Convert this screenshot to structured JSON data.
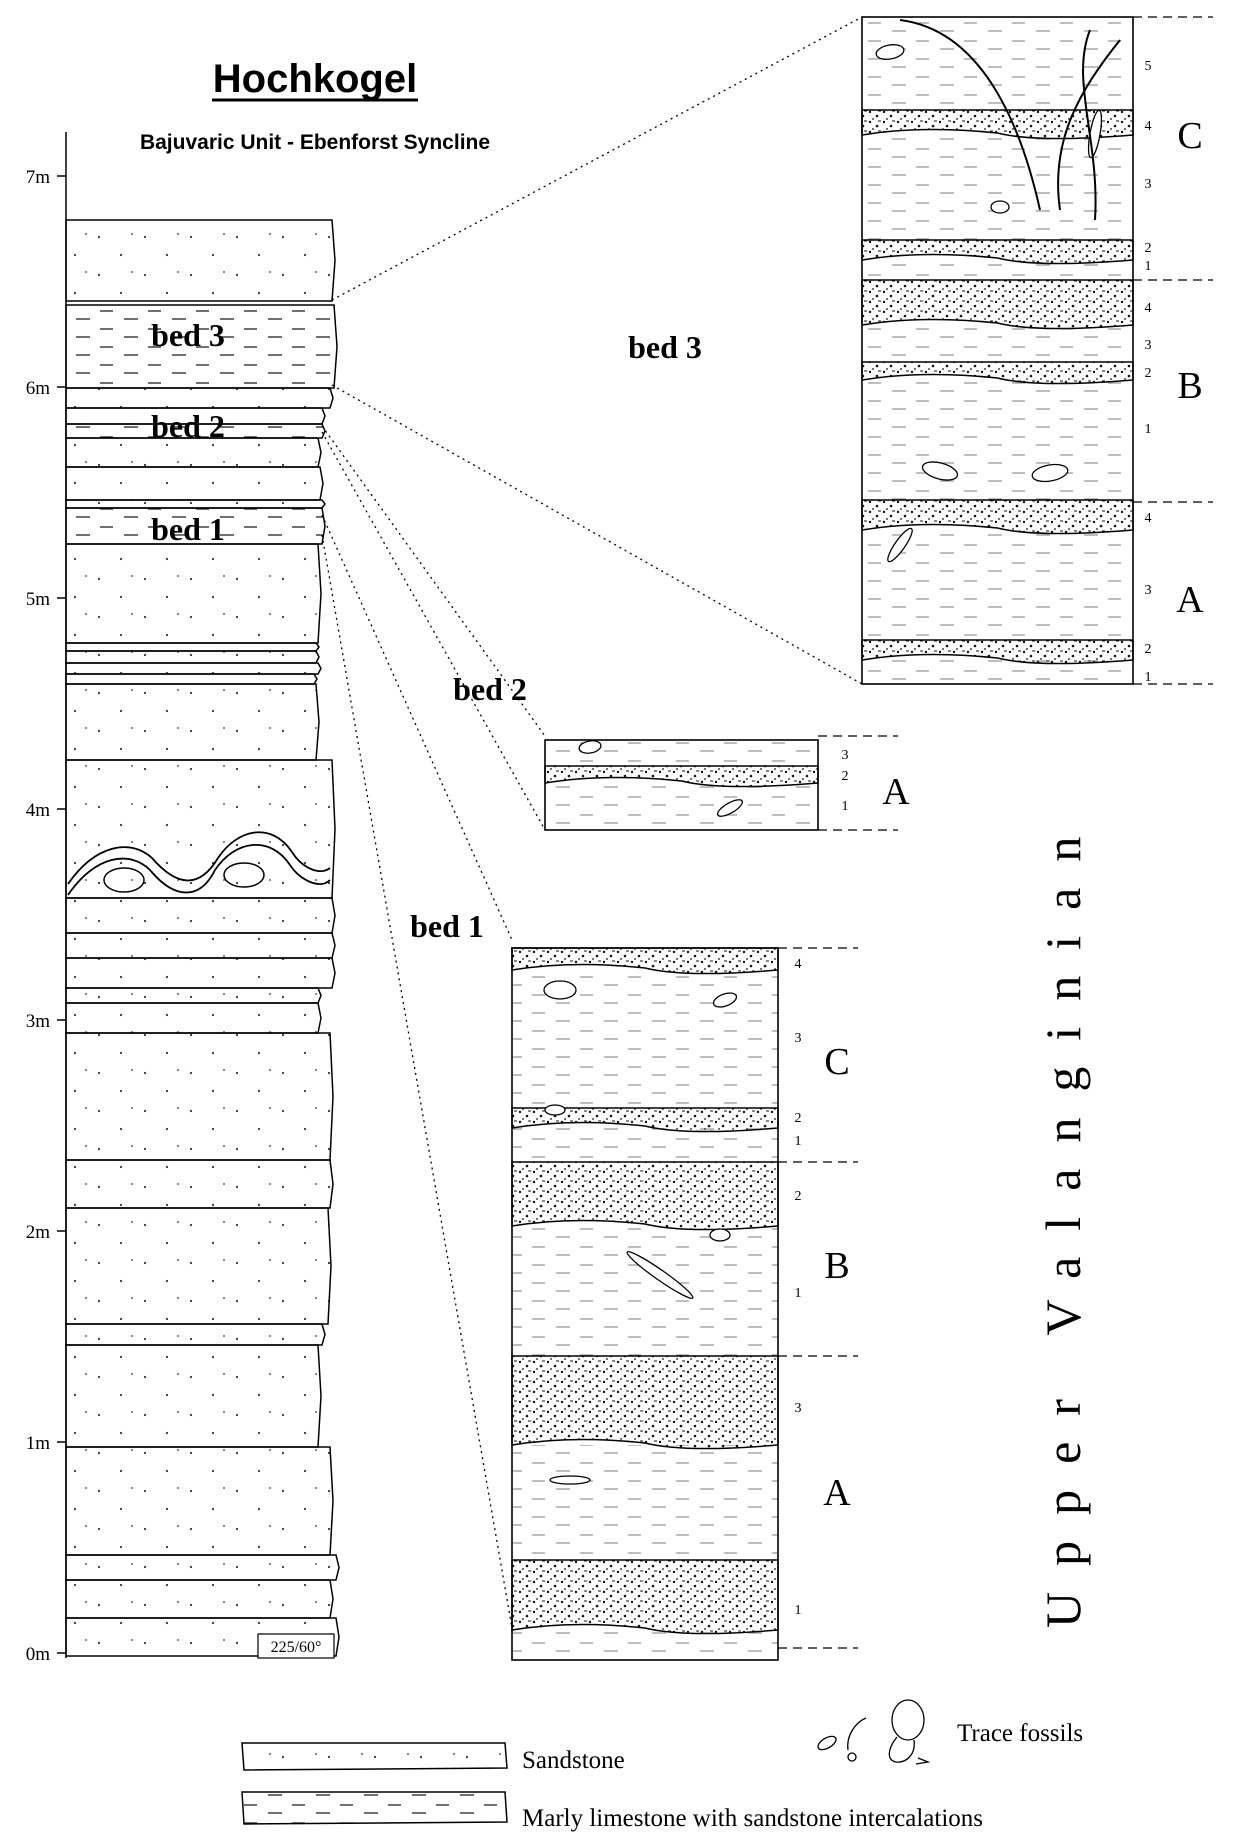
{
  "title": "Hochkogel",
  "subtitle": "Bajuvaric Unit - Ebenforst Syncline",
  "stage_label": "Upper Valanginian",
  "axis_ticks": [
    "0m",
    "1m",
    "2m",
    "3m",
    "4m",
    "5m",
    "6m",
    "7m"
  ],
  "orientation_label": "225/60°",
  "main_bed_labels": [
    "bed 3",
    "bed 2",
    "bed 1"
  ],
  "detail_headings": {
    "bed3": "bed 3",
    "bed2": "bed 2",
    "bed1": "bed 1"
  },
  "bed3_detail": {
    "units": [
      "C",
      "B",
      "A"
    ],
    "layer_numbers": [
      "5",
      "4",
      "3",
      "2",
      "1",
      "4",
      "3",
      "2",
      "1",
      "4",
      "3",
      "2",
      "1"
    ]
  },
  "bed2_detail": {
    "units": [
      "A"
    ],
    "layer_numbers": [
      "3",
      "2",
      "1"
    ]
  },
  "bed1_detail": {
    "units": [
      "C",
      "B",
      "A"
    ],
    "layer_numbers": [
      "4",
      "3",
      "2",
      "1",
      "2",
      "1",
      "3",
      "1"
    ]
  },
  "legend": {
    "sandstone": "Sandstone",
    "marly": "Marly limestone with sandstone intercalations",
    "trace": "Trace fossils"
  }
}
